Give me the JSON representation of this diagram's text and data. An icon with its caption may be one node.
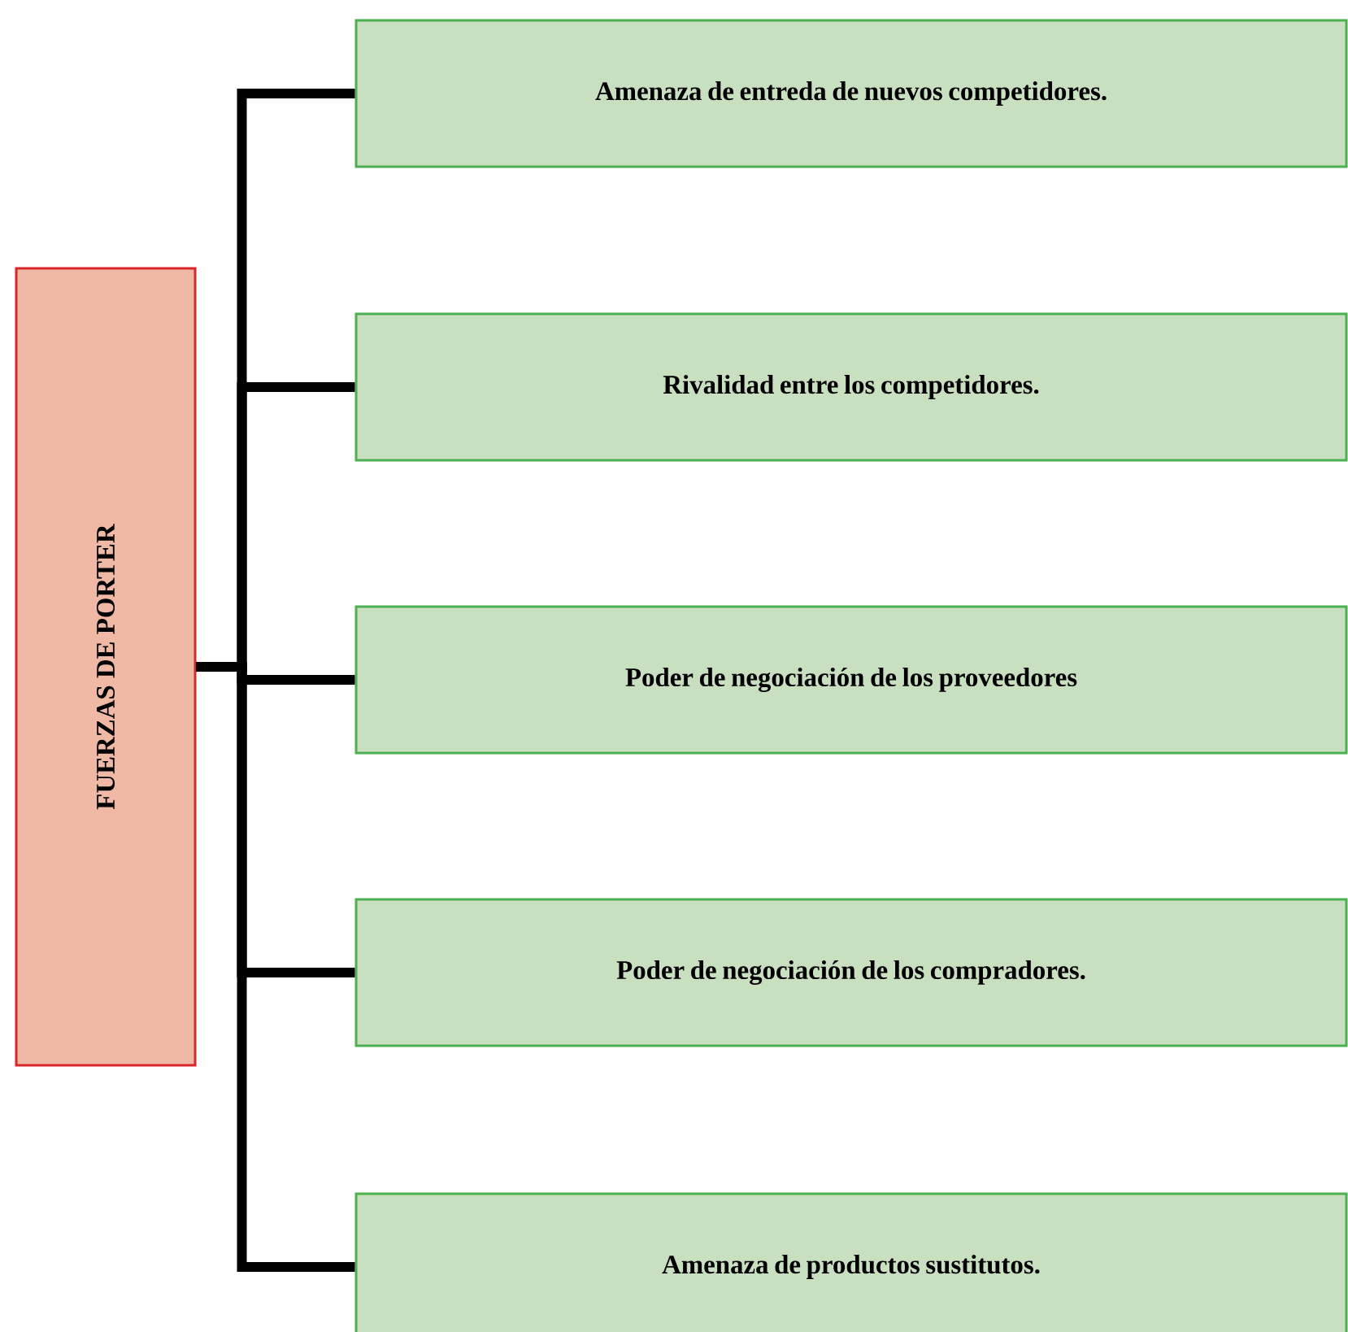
{
  "diagram": {
    "nodes": [
      {
        "text": [
          "FUERZAS DE PORTER"
        ]
      },
      {
        "text": [
          "Amenaza de entreda de nuevos competidores."
        ]
      },
      {
        "text": [
          "Rivalidad entre los competidores."
        ]
      },
      {
        "text": [
          "Poder de negociación de los proveedores"
        ]
      },
      {
        "text": [
          "Poder de negociación de los compradores."
        ]
      },
      {
        "text": [
          "Amenaza de productos sustitutos."
        ]
      }
    ],
    "edges": [
      {
        "from": 0,
        "to": 1,
        "arrow": "none"
      },
      {
        "from": 0,
        "to": 2,
        "arrow": "none"
      },
      {
        "from": 0,
        "to": 3,
        "arrow": "none"
      },
      {
        "from": 0,
        "to": 4,
        "arrow": "none"
      },
      {
        "from": 0,
        "to": 5,
        "arrow": "none"
      }
    ]
  }
}
